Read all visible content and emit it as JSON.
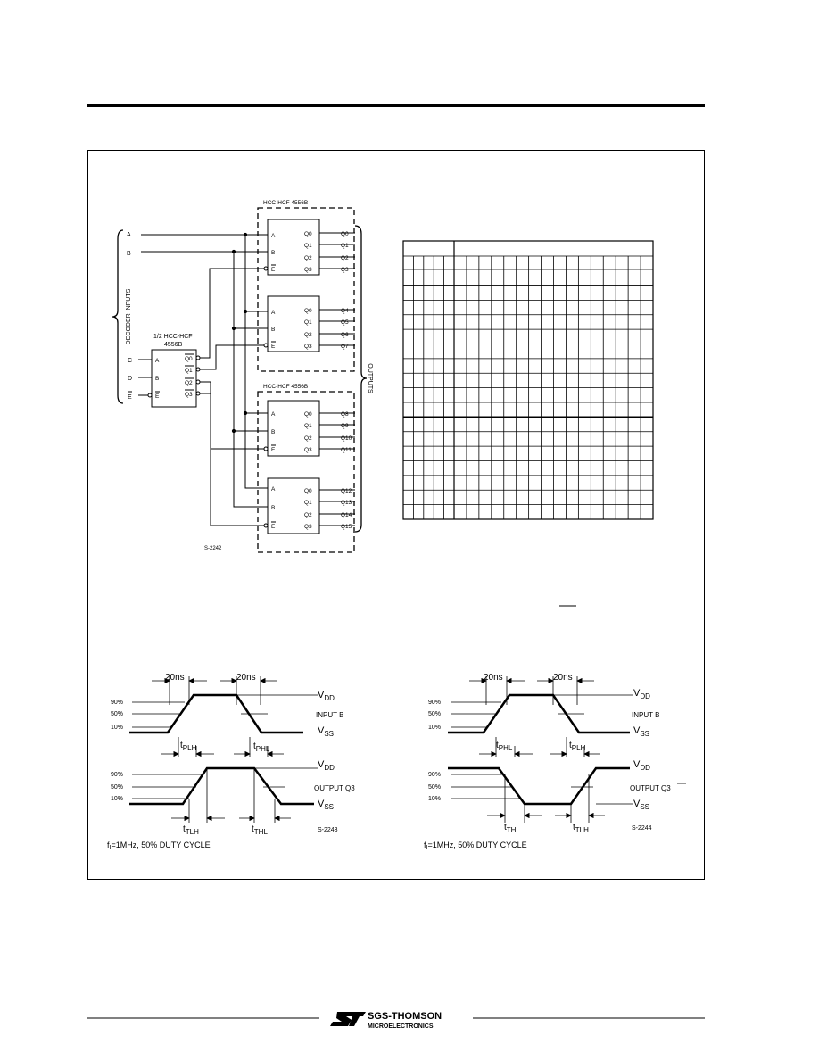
{
  "block_diagram": {
    "decoder_inputs_label": "DECODER INPUTS",
    "outputs_label": "OUTPUTS",
    "inputs": [
      "A",
      "B",
      "C",
      "D",
      "E"
    ],
    "decoder": {
      "title_line1": "1/2 HCC-HCF",
      "title_line2": "4556B",
      "pins_in": [
        "A",
        "B",
        "E"
      ],
      "pins_out": [
        "Q0",
        "Q1",
        "Q2",
        "Q3"
      ]
    },
    "package_labels": [
      "HCC-HCF 4556B",
      "HCC-HCF 4556B"
    ],
    "block_pins_in": [
      "A",
      "B",
      "E"
    ],
    "block_pins_out": [
      "Q0",
      "Q1",
      "Q2",
      "Q3"
    ],
    "outputs": [
      "Q0",
      "Q1",
      "Q2",
      "Q3",
      "Q4",
      "Q5",
      "Q6",
      "Q7",
      "Q8",
      "Q9",
      "Q10",
      "Q11",
      "Q12",
      "Q13",
      "Q14",
      "Q15"
    ],
    "figure_code": "S-2242"
  },
  "timing_left": {
    "time_labels": [
      "20ns",
      "20ns"
    ],
    "levels": [
      "90%",
      "50%",
      "10%"
    ],
    "vdd": "V",
    "vdd_sub": "DD",
    "vss": "V",
    "vss_sub": "SS",
    "input_label": "INPUT B",
    "output_label": "OUTPUT Q3",
    "tplh": "t",
    "tplh_sub": "PLH",
    "tphl": "t",
    "tphl_sub": "PHL",
    "ttlh": "t",
    "ttlh_sub": "TLH",
    "tthl": "t",
    "tthl_sub": "THL",
    "freq_f": "f",
    "freq_sub": "I",
    "freq_text": "=1MHz, 50% DUTY CYCLE",
    "figure_code": "S-2243"
  },
  "timing_right": {
    "time_labels": [
      "20ns",
      "20ns"
    ],
    "levels": [
      "90%",
      "50%",
      "10%"
    ],
    "vdd": "V",
    "vdd_sub": "DD",
    "vss": "V",
    "vss_sub": "SS",
    "input_label": "INPUT B",
    "output_label": "OUTPUT Q3",
    "tphl": "t",
    "tphl_sub": "PHL",
    "tplh": "t",
    "tplh_sub": "PLH",
    "tthl": "t",
    "tthl_sub": "THL",
    "ttlh": "t",
    "ttlh_sub": "TLH",
    "freq_f": "f",
    "freq_sub": "I",
    "freq_text": "=1MHz, 50% DUTY CYCLE",
    "figure_code": "S-2244"
  },
  "footer": {
    "brand_line1": "SGS-THOMSON",
    "brand_line2": "MICROELECTRONICS",
    "logo_icon": "st-logo-icon"
  }
}
